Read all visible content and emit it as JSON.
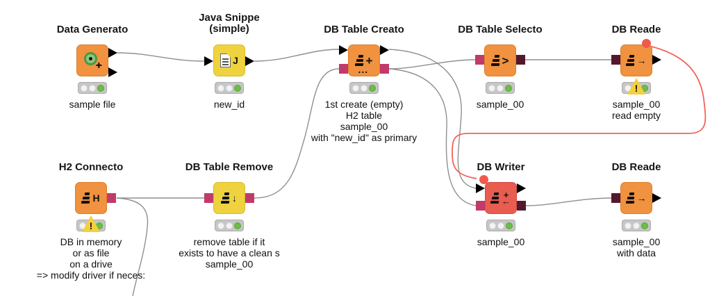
{
  "workflow": {
    "nodes": {
      "data_generator": {
        "title": "Data Generato",
        "label_lines": [
          "sample file"
        ],
        "icon_plus": "+",
        "status": "executed"
      },
      "java_snippet": {
        "title_line1": "Java Snippe",
        "title_line2": "(simple)",
        "label_lines": [
          "new_id"
        ],
        "icon_letter": "J",
        "status": "executed"
      },
      "db_table_creator": {
        "title": "DB Table Creato",
        "label_lines": [
          "1st create (empty)",
          "H2 table",
          "sample_00",
          "with \"new_id\" as primary"
        ],
        "icon_symbol": "+",
        "icon_dots": "...",
        "status": "executed"
      },
      "db_table_selector": {
        "title": "DB Table Selecto",
        "label_lines": [
          "sample_00"
        ],
        "icon_symbol": ">",
        "status": "executed"
      },
      "db_reader_top": {
        "title": "DB Reade",
        "label_lines": [
          "sample_00",
          "read empty"
        ],
        "icon_symbol": "→",
        "status": "executed-warning"
      },
      "h2_connector": {
        "title": "H2 Connecto",
        "label_lines": [
          "DB in memory",
          "or as file",
          "on a drive",
          "=> modify driver if neces:"
        ],
        "icon_symbol": "H",
        "status": "executed-warning"
      },
      "db_table_remover": {
        "title": "DB Table Remove",
        "label_lines": [
          "remove table if it",
          "exists to have a clean s",
          "sample_00"
        ],
        "icon_symbol": "↓",
        "status": "executed"
      },
      "db_writer": {
        "title": "DB Writer",
        "label_lines": [
          "sample_00"
        ],
        "icon_plus": "+",
        "icon_arrow": "←",
        "status": "executed"
      },
      "db_reader_bottom": {
        "title": "DB Reade",
        "label_lines": [
          "sample_00",
          "with data"
        ],
        "icon_symbol": "→",
        "status": "executed"
      }
    },
    "connections": [
      {
        "from": "data_generator",
        "to": "java_snippet",
        "type": "data"
      },
      {
        "from": "java_snippet",
        "to": "db_table_creator",
        "type": "data"
      },
      {
        "from": "h2_connector",
        "to": "db_table_remover",
        "type": "db-connection"
      },
      {
        "from": "h2_connector",
        "to": "offscreen-bottom",
        "type": "db-connection"
      },
      {
        "from": "db_table_remover",
        "to": "db_table_creator",
        "type": "db-connection"
      },
      {
        "from": "db_table_creator",
        "to": "db_table_selector",
        "type": "db-connection"
      },
      {
        "from": "db_table_creator",
        "to": "db_writer",
        "type": "data"
      },
      {
        "from": "db_table_creator",
        "to": "db_writer",
        "type": "db-connection"
      },
      {
        "from": "db_table_selector",
        "to": "db_reader_top",
        "type": "db-data"
      },
      {
        "from": "db_writer",
        "to": "db_reader_bottom",
        "type": "db-data"
      },
      {
        "from": "db_reader_top",
        "to": "db_writer",
        "type": "flow-variable"
      }
    ],
    "status_icons": {
      "warning_mark": "!"
    },
    "colors": {
      "node_orange": "#F0923F",
      "node_yellow": "#EFD23F",
      "node_red": "#E95C50",
      "port_db": "#C2396B",
      "port_db_dark": "#54182E",
      "flow_variable_dot": "#F0594F",
      "connection_gray": "#8F8F8F",
      "connection_red": "#F2625A",
      "status_green": "#6CBE44",
      "warning_yellow": "#F5CF3F"
    }
  }
}
